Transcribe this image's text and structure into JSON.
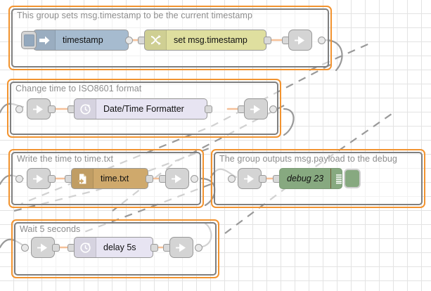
{
  "canvas": {
    "background": "#ffffff",
    "grid_color": "#e3e3e3",
    "grid_size": 20,
    "group_border_color": "#f2932f",
    "group_selected_color": "#7f7f7f",
    "wire_color": "#e8741c",
    "link_wire_color": "#999999"
  },
  "groups": [
    {
      "id": "group-timestamp",
      "label": "This group sets msg.timestamp to be the current timestamp"
    },
    {
      "id": "group-iso8601",
      "label": "Change time to ISO8601 format"
    },
    {
      "id": "group-writefile",
      "label": "Write the time to time.txt"
    },
    {
      "id": "group-debug",
      "label": "The group outputs msg.payload to the debug"
    },
    {
      "id": "group-delay",
      "label": "Wait 5 seconds"
    }
  ],
  "nodes": {
    "inject": {
      "label": "timestamp",
      "icon": "inject-arrow-icon",
      "color": "#a6bbcf"
    },
    "change": {
      "label": "set msg.timestamp",
      "icon": "change-shuffle-icon",
      "color": "#dfdf9f"
    },
    "datetime": {
      "label": "Date/Time Formatter",
      "icon": "clock-icon",
      "color": "#e7e4f2"
    },
    "file": {
      "label": "time.txt",
      "icon": "file-write-icon",
      "color": "#cfa96c"
    },
    "debug": {
      "label": "debug 23",
      "icon": "debug-lines-icon",
      "color": "#87a980",
      "toggle": "debug-toggle-button"
    },
    "delay": {
      "label": "delay 5s",
      "icon": "clock-icon",
      "color": "#e7e4f2"
    }
  },
  "link_nodes": {
    "out_timestamp": "link out",
    "in_iso": "link in",
    "out_iso": "link out",
    "in_file": "link in",
    "out_file": "link out",
    "in_debug": "link in",
    "in_delay": "link in",
    "out_delay": "link out"
  }
}
